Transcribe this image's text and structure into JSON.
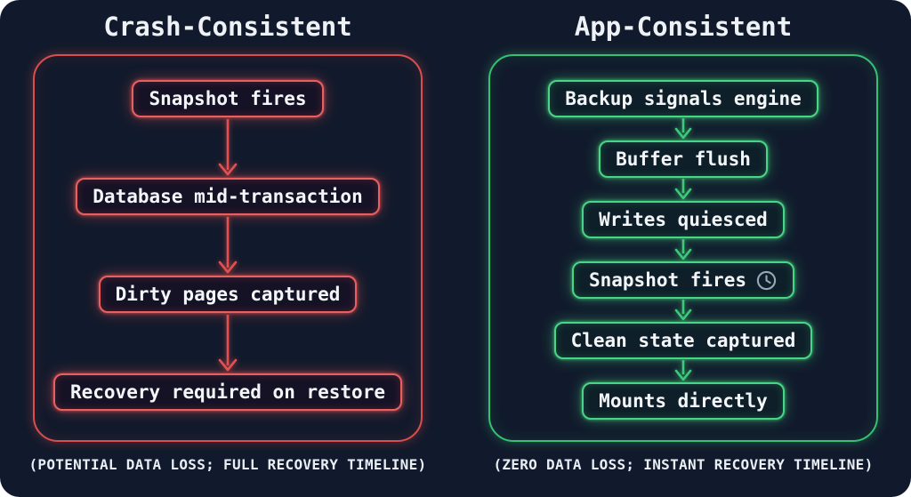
{
  "colors": {
    "background": "#111a2c",
    "crash_accent": "#e25050",
    "app_accent": "#3ecb78",
    "text": "#f3f6f9",
    "clock_icon": "#9aa7b8"
  },
  "columns": [
    {
      "title": "Crash-Consistent",
      "steps": [
        "Snapshot fires",
        "Database mid-transaction",
        "Dirty pages captured",
        "Recovery required on restore"
      ],
      "footer": "(POTENTIAL DATA LOSS; FULL RECOVERY TIMELINE)"
    },
    {
      "title": "App-Consistent",
      "steps": [
        "Backup signals engine",
        "Buffer flush",
        "Writes quiesced",
        "Snapshot fires",
        "Clean state captured",
        "Mounts directly"
      ],
      "snapshot_step_icon": "clock-icon",
      "footer": "(ZERO DATA LOSS; INSTANT RECOVERY TIMELINE)"
    }
  ]
}
